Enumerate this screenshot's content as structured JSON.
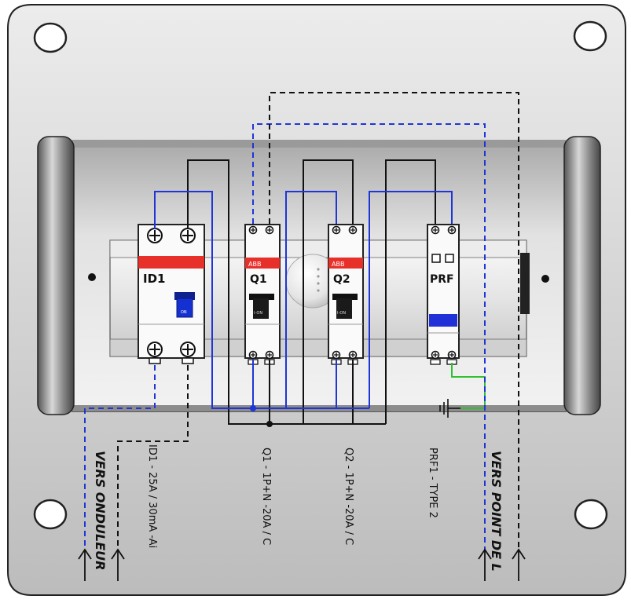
{
  "devices": {
    "id1": {
      "name": "ID1",
      "switch_text": "ON"
    },
    "q1": {
      "brand": "ABB",
      "name": "Q1",
      "switch_text": "I-ON"
    },
    "q2": {
      "brand": "ABB",
      "name": "Q2",
      "switch_text": "I-ON"
    },
    "prf": {
      "name": "PRF"
    }
  },
  "labels": {
    "vers_onduleur": "VERS ONDULEUR",
    "vers_point": "VERS POINT DE L",
    "id1_spec": "ID1 - 25A / 30mA -Ai",
    "q1_spec": "Q1 - 1P+N -20A / C",
    "q2_spec": "Q2 - 1P+N -20A / C",
    "prf_spec": "PRF1 - TYPE 2"
  },
  "colors": {
    "plate": "#d4d4d4",
    "wire_phase": "#111111",
    "wire_neutral": "#1f35d6",
    "wire_earth": "#2fc22f",
    "brand_red": "#e8302a",
    "id1_button": "#1530d0",
    "prf_window": "#2230d8"
  }
}
